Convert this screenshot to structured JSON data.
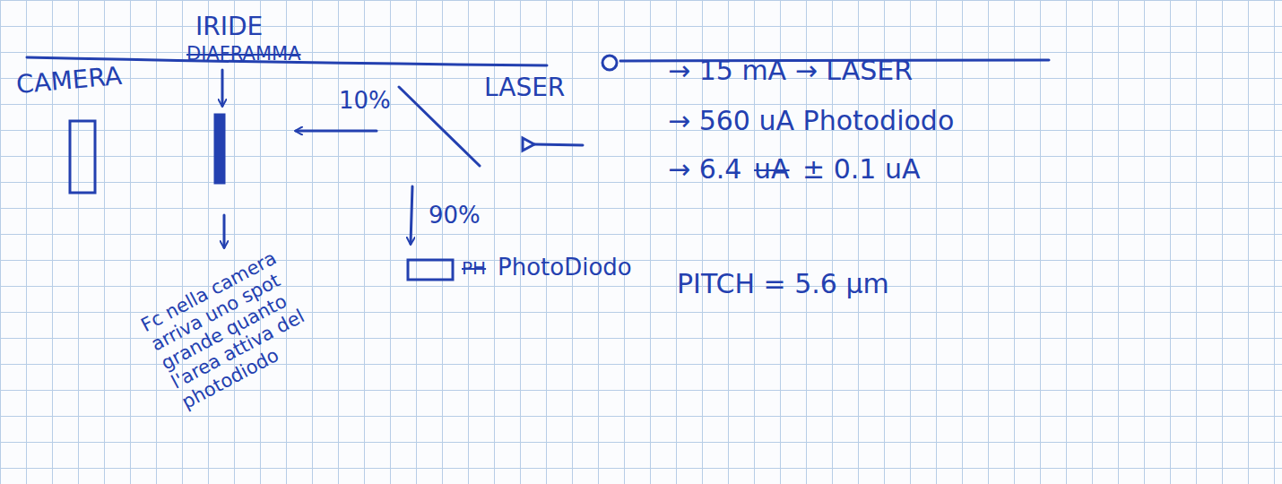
{
  "diagram": {
    "nodes": [
      {
        "text": [
          "CAMERA"
        ]
      },
      {
        "text": [
          "IRIDE",
          "DIAFRAMMA"
        ]
      },
      {
        "text": [
          "PH",
          "PhotoDiodo"
        ]
      }
    ],
    "labels": [
      "LASER",
      "10%",
      "90%",
      "Fc nella camera arriva uno spot grande quanto l'area attiva del photodiodo",
      "→ 15 mA → LASER",
      "→ 560 uA Photodiodo",
      "→ 6.4",
      "uA",
      "± 0.1 uA",
      "PITCH = 5.6 μm"
    ]
  }
}
